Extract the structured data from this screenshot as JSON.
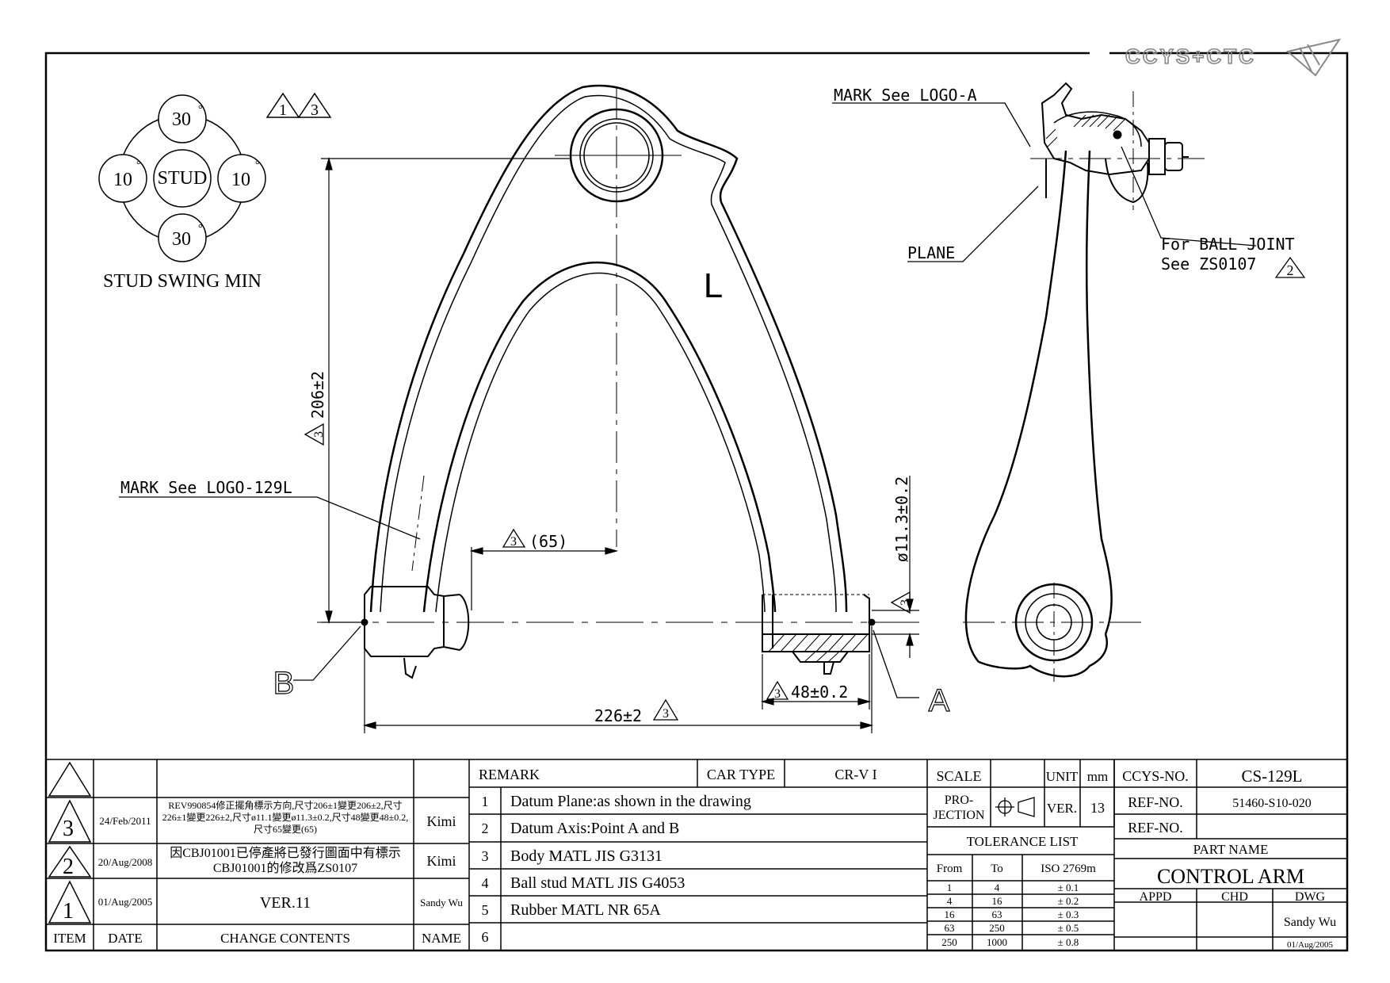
{
  "logo_text": "CCYS+CTC",
  "stud_swing": {
    "center": "STUD",
    "top": "30",
    "bottom": "30",
    "left": "10",
    "right": "10",
    "degree": "°",
    "caption": "STUD SWING MIN",
    "rev_marks": [
      "1",
      "3"
    ]
  },
  "drawing": {
    "side_letter": "L",
    "mark_logo_a": "MARK See LOGO-A",
    "mark_logo_129l": "MARK See LOGO-129L",
    "plane": "PLANE",
    "ball_joint_line1": "For BALL JOINT",
    "ball_joint_line2": "See ZS0107",
    "ball_joint_rev": "2",
    "dim_height": "206±2",
    "dim_height_rev": "3",
    "dim_65": "(65)",
    "dim_65_rev": "3",
    "dim_dia": "ø11.3±0.2",
    "dim_dia_rev": "3",
    "dim_48": "48±0.2",
    "dim_48_rev": "3",
    "dim_226": "226±2",
    "dim_226_rev": "3",
    "point_a": "A",
    "point_b": "B"
  },
  "rev_table": {
    "rows": [
      {
        "mark": "3",
        "date": "24/Feb/2011",
        "content": "REV990854修正擺角標示方向,尺寸206±1變更206±2,尺寸226±1變更226±2,尺寸ø11.1變更ø11.3±0.2,尺寸48變更48±0.2,尺寸65變更(65)",
        "name": "Kimi"
      },
      {
        "mark": "2",
        "date": "20/Aug/2008",
        "content": "因CBJ01001已停產將已發行圖面中有標示CBJ01001的修改爲ZS0107",
        "name": "Kimi"
      },
      {
        "mark": "1",
        "date": "01/Aug/2005",
        "content": "VER.11",
        "name": "Sandy Wu"
      }
    ],
    "headers": {
      "item": "ITEM",
      "date": "DATE",
      "content": "CHANGE CONTENTS",
      "name": "NAME"
    }
  },
  "remarks": {
    "header": "REMARK",
    "car_type_label": "CAR TYPE",
    "car_type": "CR-V I",
    "items": [
      {
        "no": "1",
        "text": "Datum Plane:as shown in the drawing"
      },
      {
        "no": "2",
        "text": "Datum Axis:Point A and B"
      },
      {
        "no": "3",
        "text": "Body MATL JIS G3131"
      },
      {
        "no": "4",
        "text": "Ball stud MATL JIS G4053"
      },
      {
        "no": "5",
        "text": "Rubber MATL NR 65A"
      },
      {
        "no": "6",
        "text": ""
      }
    ]
  },
  "title_block": {
    "scale_label": "SCALE",
    "unit_label": "UNIT",
    "unit": "mm",
    "projection_label_1": "PRO-",
    "projection_label_2": "JECTION",
    "ver_label": "VER.",
    "ver": "13",
    "tolerance_title": "TOLERANCE LIST",
    "tol_headers": [
      "From",
      "To",
      "ISO 2769m"
    ],
    "tol_rows": [
      [
        "1",
        "4",
        "± 0.1"
      ],
      [
        "4",
        "16",
        "± 0.2"
      ],
      [
        "16",
        "63",
        "± 0.3"
      ],
      [
        "63",
        "250",
        "± 0.5"
      ],
      [
        "250",
        "1000",
        "± 0.8"
      ]
    ],
    "ccys_no_label": "CCYS-NO.",
    "ccys_no": "CS-129L",
    "ref_no_label": "REF-NO.",
    "ref_no": "51460-S10-020",
    "ref_no_label_2": "REF-NO.",
    "ref_no_2": "",
    "part_name_label": "PART NAME",
    "part_name": "CONTROL ARM",
    "appd": "APPD",
    "chd": "CHD",
    "dwg": "DWG",
    "drawn_by": "Sandy Wu",
    "drawn_date": "01/Aug/2005"
  }
}
